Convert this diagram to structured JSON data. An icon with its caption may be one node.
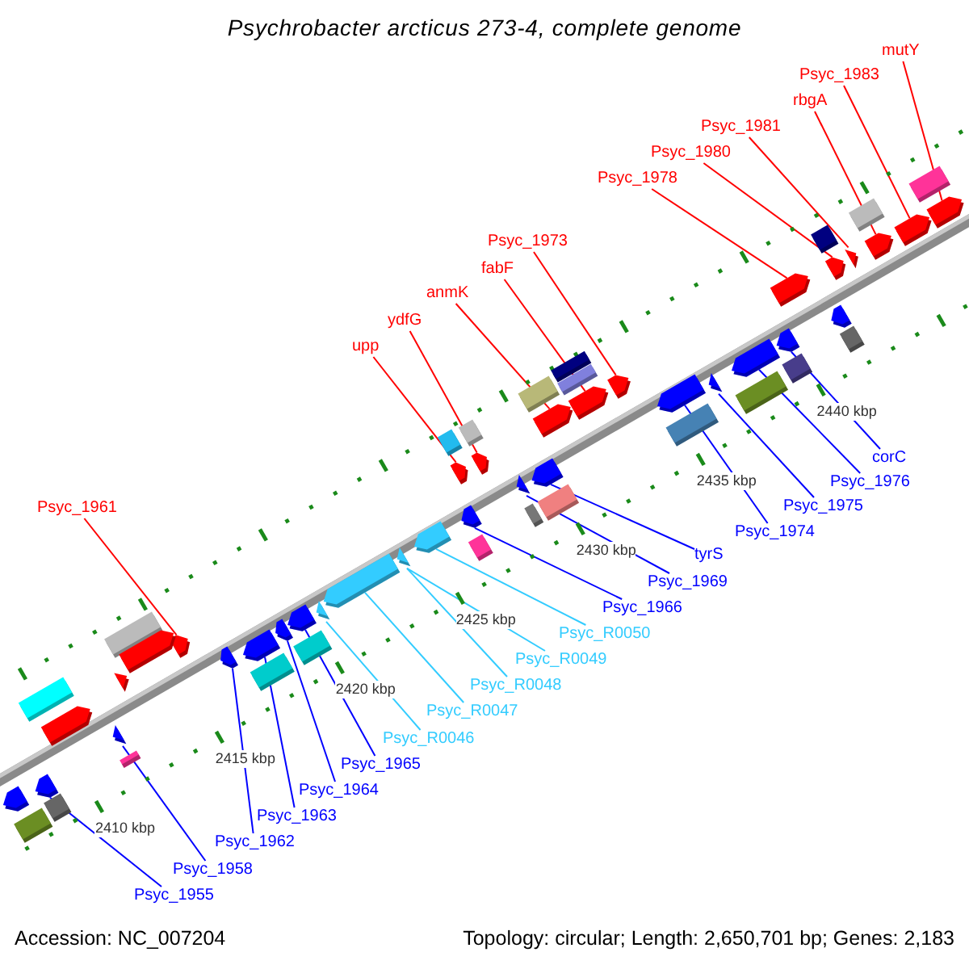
{
  "diagram": {
    "title": "Psychrobacter arcticus 273-4, complete genome",
    "nodes": [
      {
        "text": [
          "mutY"
        ]
      },
      {
        "text": [
          "Psyc_1983"
        ]
      },
      {
        "text": [
          "rbgA"
        ]
      },
      {
        "text": [
          "Psyc_1981"
        ]
      },
      {
        "text": [
          "Psyc_1980"
        ]
      },
      {
        "text": [
          "Psyc_1978"
        ]
      },
      {
        "text": [
          "Psyc_1973"
        ]
      },
      {
        "text": [
          "fabF"
        ]
      },
      {
        "text": [
          "anmK"
        ]
      },
      {
        "text": [
          "ydfG"
        ]
      },
      {
        "text": [
          "upp"
        ]
      },
      {
        "text": [
          "corC"
        ]
      },
      {
        "text": [
          "Psyc_1976"
        ]
      },
      {
        "text": [
          "Psyc_1961"
        ]
      },
      {
        "text": [
          "Psyc_1975"
        ]
      },
      {
        "text": [
          "Psyc_1974"
        ]
      },
      {
        "text": [
          "tyrS"
        ]
      },
      {
        "text": [
          "Psyc_1969"
        ]
      },
      {
        "text": [
          "Psyc_1966"
        ]
      },
      {
        "text": [
          "Psyc_R0050"
        ]
      },
      {
        "text": [
          "Psyc_R0049"
        ]
      },
      {
        "text": [
          "Psyc_R0048"
        ]
      },
      {
        "text": [
          "Psyc_R0047"
        ]
      },
      {
        "text": [
          "Psyc_R0046"
        ]
      },
      {
        "text": [
          "Psyc_1965"
        ]
      },
      {
        "text": [
          "Psyc_1964"
        ]
      },
      {
        "text": [
          "Psyc_1963"
        ]
      },
      {
        "text": [
          "Psyc_1962"
        ]
      },
      {
        "text": [
          "Psyc_1958"
        ]
      },
      {
        "text": [
          "Psyc_1955"
        ]
      },
      {
        "text": [],
        "shape": "arrow"
      },
      {
        "text": [],
        "shape": "arrow"
      },
      {
        "text": [],
        "shape": "arrow"
      },
      {
        "text": [],
        "shape": "arrow"
      },
      {
        "text": [],
        "shape": "arrow"
      },
      {
        "text": [],
        "shape": "arrow"
      },
      {
        "text": [],
        "shape": "arrow"
      },
      {
        "text": [],
        "shape": "arrow"
      },
      {
        "text": [],
        "shape": "arrow"
      },
      {
        "text": [],
        "shape": "arrow"
      },
      {
        "text": [],
        "shape": "arrow"
      },
      {
        "text": [],
        "shape": "arrow"
      },
      {
        "text": [],
        "shape": "arrow"
      },
      {
        "text": [],
        "shape": "arrow"
      },
      {
        "text": [],
        "shape": "arrow"
      },
      {
        "text": [],
        "shape": "arrow"
      },
      {
        "text": [],
        "shape": "arrow"
      },
      {
        "text": [],
        "shape": "arrow"
      },
      {
        "text": [],
        "shape": "arrow"
      },
      {
        "text": [],
        "shape": "arrow"
      },
      {
        "text": [],
        "shape": "arrow"
      },
      {
        "text": [],
        "shape": "arrow"
      },
      {
        "text": [],
        "shape": "arrow"
      },
      {
        "text": [],
        "shape": "arrow"
      },
      {
        "text": [],
        "shape": "arrow"
      },
      {
        "text": [],
        "shape": "arrow"
      },
      {
        "text": [],
        "shape": "arrow"
      },
      {
        "text": [],
        "shape": "arrow"
      },
      {
        "text": [],
        "shape": "arrow"
      },
      {
        "text": [],
        "shape": "arrow"
      },
      {
        "text": [],
        "shape": "box"
      },
      {
        "text": [],
        "shape": "box"
      },
      {
        "text": [],
        "shape": "box"
      },
      {
        "text": [],
        "shape": "arrow"
      },
      {
        "text": [],
        "shape": "arrow"
      },
      {
        "text": [],
        "shape": "box"
      },
      {
        "text": [],
        "shape": "box"
      },
      {
        "text": [],
        "shape": "arrow"
      },
      {
        "text": [],
        "shape": "box"
      },
      {
        "text": [],
        "shape": "box"
      },
      {
        "text": [],
        "shape": "box"
      },
      {
        "text": [],
        "shape": "box"
      },
      {
        "text": [],
        "shape": "box"
      },
      {
        "text": [],
        "shape": "box"
      },
      {
        "text": [],
        "shape": "box"
      },
      {
        "text": [],
        "shape": "box"
      },
      {
        "text": [],
        "shape": "box"
      },
      {
        "text": [],
        "shape": "box"
      },
      {
        "text": [],
        "shape": "box"
      },
      {
        "text": [],
        "shape": "box"
      },
      {
        "text": [],
        "shape": "box"
      },
      {
        "text": [],
        "shape": "box"
      },
      {
        "text": [],
        "shape": "arrow"
      },
      {
        "text": [],
        "shape": "box"
      },
      {
        "text": [],
        "shape": "box"
      },
      {
        "text": [],
        "shape": "box"
      }
    ],
    "edges": [
      {
        "from": 0,
        "to": 58,
        "arrow": "none",
        "color": "#ff0000"
      },
      {
        "from": 1,
        "to": 57,
        "arrow": "none",
        "color": "#ff0000"
      },
      {
        "from": 2,
        "to": 56,
        "arrow": "none",
        "color": "#ff0000"
      },
      {
        "from": 3,
        "to": 55,
        "arrow": "none",
        "color": "#ff0000"
      },
      {
        "from": 4,
        "to": 54,
        "arrow": "none",
        "color": "#ff0000"
      },
      {
        "from": 5,
        "to": 53,
        "arrow": "none",
        "color": "#ff0000"
      },
      {
        "from": 6,
        "to": 48,
        "arrow": "none",
        "color": "#ff0000"
      },
      {
        "from": 7,
        "to": 47,
        "arrow": "none",
        "color": "#ff0000"
      },
      {
        "from": 8,
        "to": 46,
        "arrow": "none",
        "color": "#ff0000"
      },
      {
        "from": 9,
        "to": 43,
        "arrow": "none",
        "color": "#ff0000"
      },
      {
        "from": 10,
        "to": 41,
        "arrow": "none",
        "color": "#ff0000"
      },
      {
        "from": 11,
        "to": 52,
        "arrow": "none"
      },
      {
        "from": 12,
        "to": 51,
        "arrow": "none"
      },
      {
        "from": 13,
        "to": 32,
        "arrow": "none",
        "color": "#ff0000"
      },
      {
        "from": 14,
        "to": 50,
        "arrow": "none"
      },
      {
        "from": 15,
        "to": 49,
        "arrow": "none"
      },
      {
        "from": 16,
        "to": 45,
        "arrow": "none"
      },
      {
        "from": 17,
        "to": 44,
        "arrow": "none"
      },
      {
        "from": 18,
        "to": 42,
        "arrow": "none"
      },
      {
        "from": 19,
        "to": 40,
        "arrow": "none",
        "color": "#33ccff"
      },
      {
        "from": 20,
        "to": 39,
        "arrow": "none",
        "color": "#33ccff"
      },
      {
        "from": 21,
        "to": 39,
        "arrow": "none",
        "color": "#33ccff"
      },
      {
        "from": 22,
        "to": 38,
        "arrow": "none",
        "color": "#33ccff"
      },
      {
        "from": 23,
        "to": 37,
        "arrow": "none",
        "color": "#33ccff"
      },
      {
        "from": 24,
        "to": 36,
        "arrow": "none"
      },
      {
        "from": 25,
        "to": 35,
        "arrow": "none"
      },
      {
        "from": 26,
        "to": 34,
        "arrow": "none"
      },
      {
        "from": 27,
        "to": 33,
        "arrow": "none"
      },
      {
        "from": 28,
        "to": 31,
        "arrow": "none"
      },
      {
        "from": 29,
        "to": 30,
        "arrow": "none"
      }
    ],
    "labels": [
      "2410 kbp",
      "2415 kbp",
      "2420 kbp",
      "2425 kbp",
      "2430 kbp",
      "2435 kbp",
      "2440 kbp",
      "Accession: NC_007204",
      "Topology: circular; Length: 2,650,701 bp; Genes: 2,183"
    ]
  }
}
